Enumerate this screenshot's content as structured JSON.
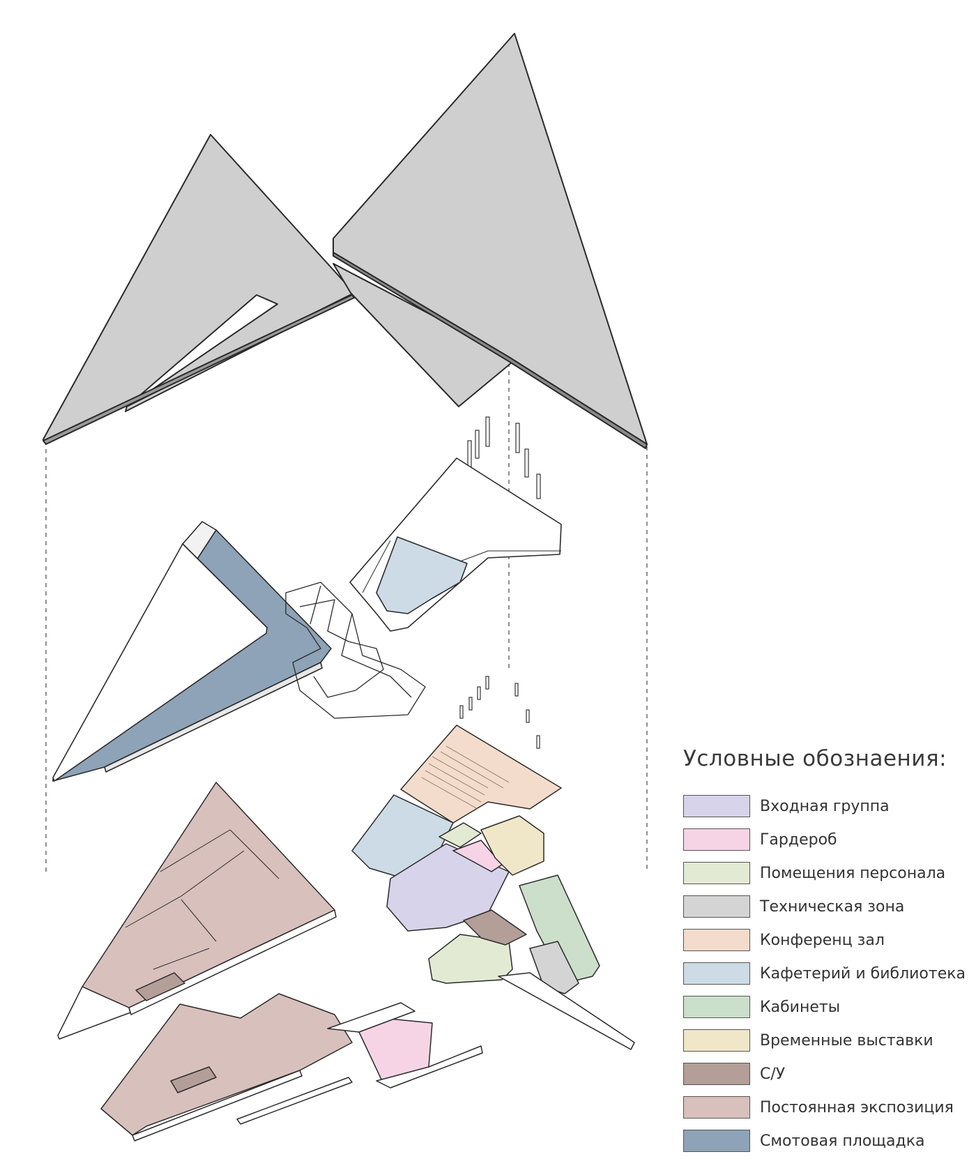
{
  "legend": {
    "title": "Условные обознаения:",
    "items": [
      {
        "label": "Входная группа",
        "color": "#d7d3ea"
      },
      {
        "label": "Гардероб",
        "color": "#f6d4e6"
      },
      {
        "label": "Помещения персонала",
        "color": "#e3ead3"
      },
      {
        "label": "Техническая зона",
        "color": "#d4d4d4"
      },
      {
        "label": "Конференц зал",
        "color": "#f3dccb"
      },
      {
        "label": "Кафетерий и библиотека",
        "color": "#ccdbe5"
      },
      {
        "label": "Кабинеты",
        "color": "#ccdfca"
      },
      {
        "label": "Временные выставки",
        "color": "#f0e7c8"
      },
      {
        "label": "С/У",
        "color": "#b49e98"
      },
      {
        "label": "Постоянная экспозиция",
        "color": "#d8c0bd"
      },
      {
        "label": "Смотовая площадка",
        "color": "#8ea3b7"
      }
    ]
  },
  "palette": {
    "roof": "#cfcfcf",
    "line": "#2a2a2a",
    "lobby": "#d7d3ea",
    "wardrobe": "#f6d4e6",
    "staff": "#e3ead3",
    "technical": "#d4d4d4",
    "conference": "#f3dccb",
    "cafe": "#ccdbe5",
    "offices": "#ccdfca",
    "temporary": "#f0e7c8",
    "wc": "#b49e98",
    "permanent": "#d8c0bd",
    "viewing": "#8ea3b7"
  }
}
